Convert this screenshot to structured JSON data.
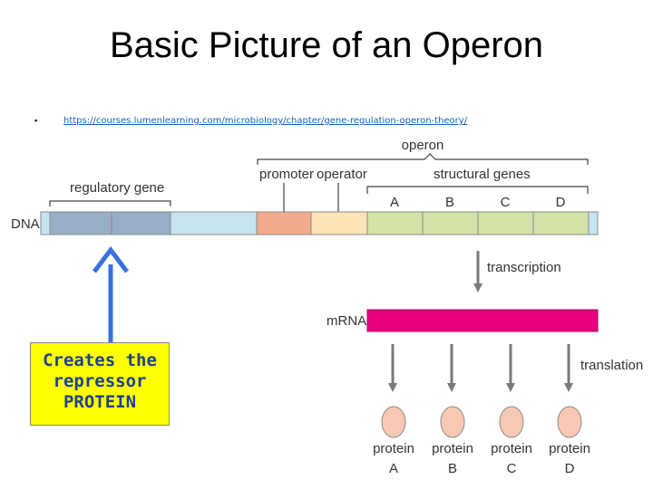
{
  "slide": {
    "title": "Basic Picture of an Operon",
    "bullet": "▪",
    "source_link": "https://courses.lumenlearning.com/microbiology/chapter/gene-regulation-operon-theory/"
  },
  "diagram": {
    "labels": {
      "operon": "operon",
      "promoter": "promoter",
      "operator": "operator",
      "structural_genes": "structural genes",
      "regulatory_gene": "regulatory gene",
      "dna": "DNA",
      "transcription": "transcription",
      "mrna": "mRNA",
      "translation": "translation"
    },
    "genes": [
      "A",
      "B",
      "C",
      "D"
    ],
    "proteins": [
      {
        "word": "protein",
        "letter": "A"
      },
      {
        "word": "protein",
        "letter": "B"
      },
      {
        "word": "protein",
        "letter": "C"
      },
      {
        "word": "protein",
        "letter": "D"
      }
    ],
    "colors": {
      "regulatory": "#97aec6",
      "spacer": "#c6e5f1",
      "promoter": "#f2aa8e",
      "operator": "#fde4b8",
      "structural": "#d3e2a8",
      "mrna": "#e8007e",
      "protein": "#f7c9b2",
      "arrow": "#7a7a7a",
      "callout_arrow": "#3a6fe0"
    }
  },
  "callout": {
    "line1": "Creates the",
    "line2": "repressor",
    "line3": "PROTEIN"
  }
}
